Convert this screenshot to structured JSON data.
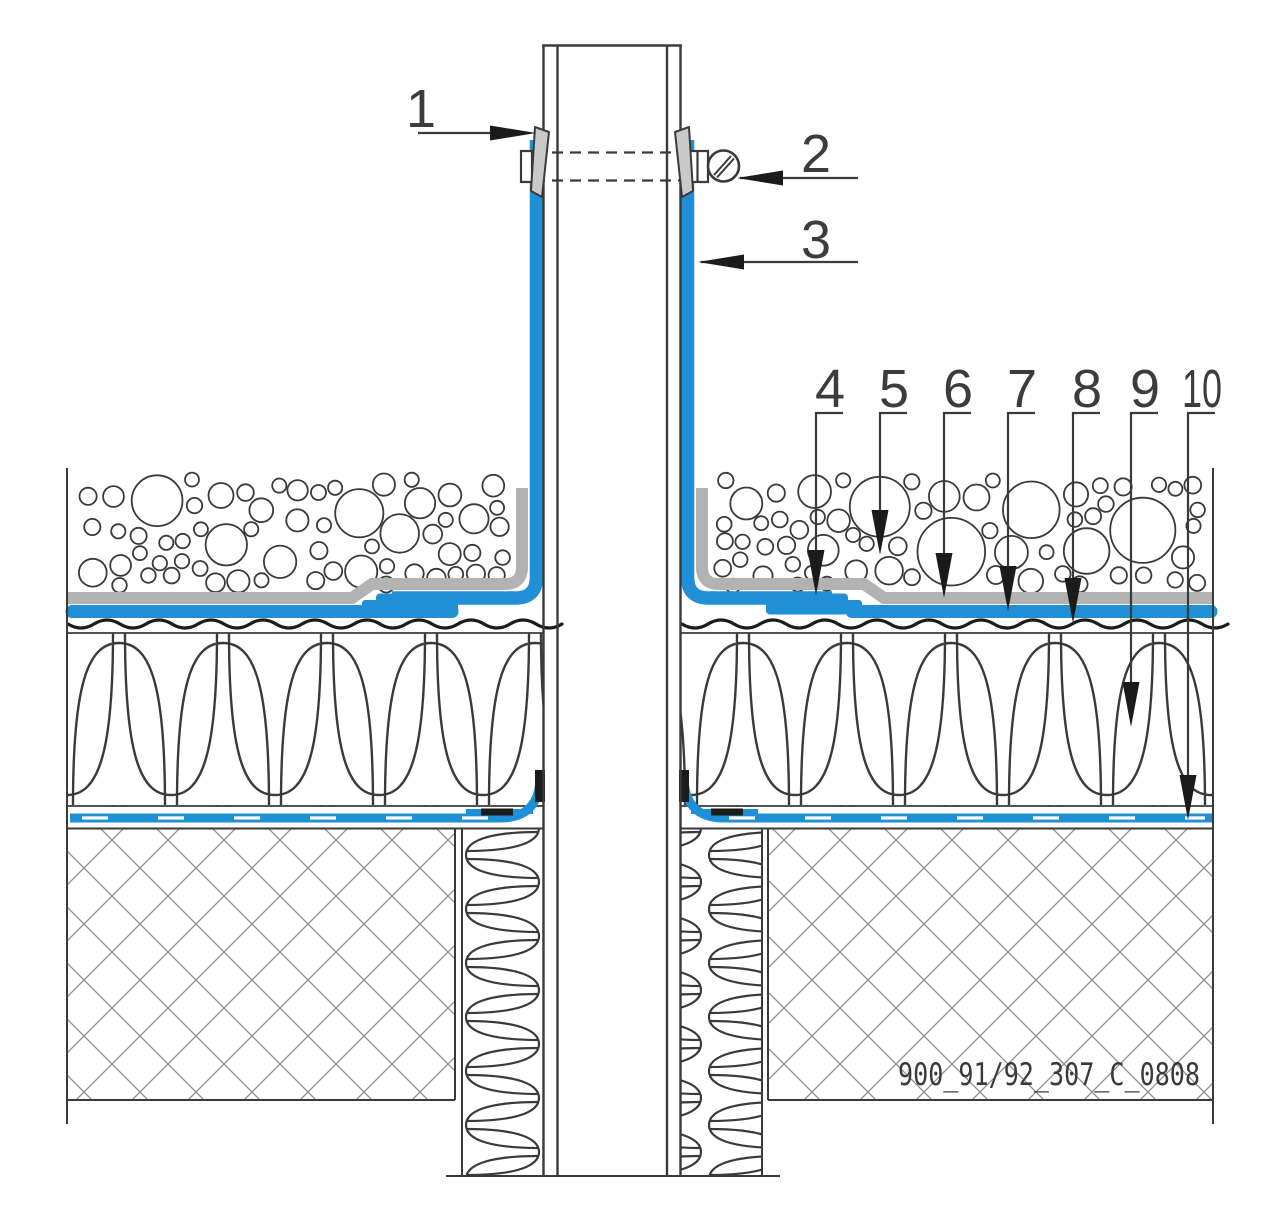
{
  "drawing": {
    "callouts": [
      "1",
      "2",
      "3",
      "4",
      "5",
      "6",
      "7",
      "8",
      "9",
      "10"
    ],
    "reference_code": "900_91/92_307_C_0808",
    "colors": {
      "membrane_blue": "#1f8fd6",
      "fleece_gray": "#b3b3b3",
      "line_dark": "#3a3a38",
      "hatch_gray": "#8f8f8d",
      "label_dark": "#3c3c3a"
    }
  }
}
